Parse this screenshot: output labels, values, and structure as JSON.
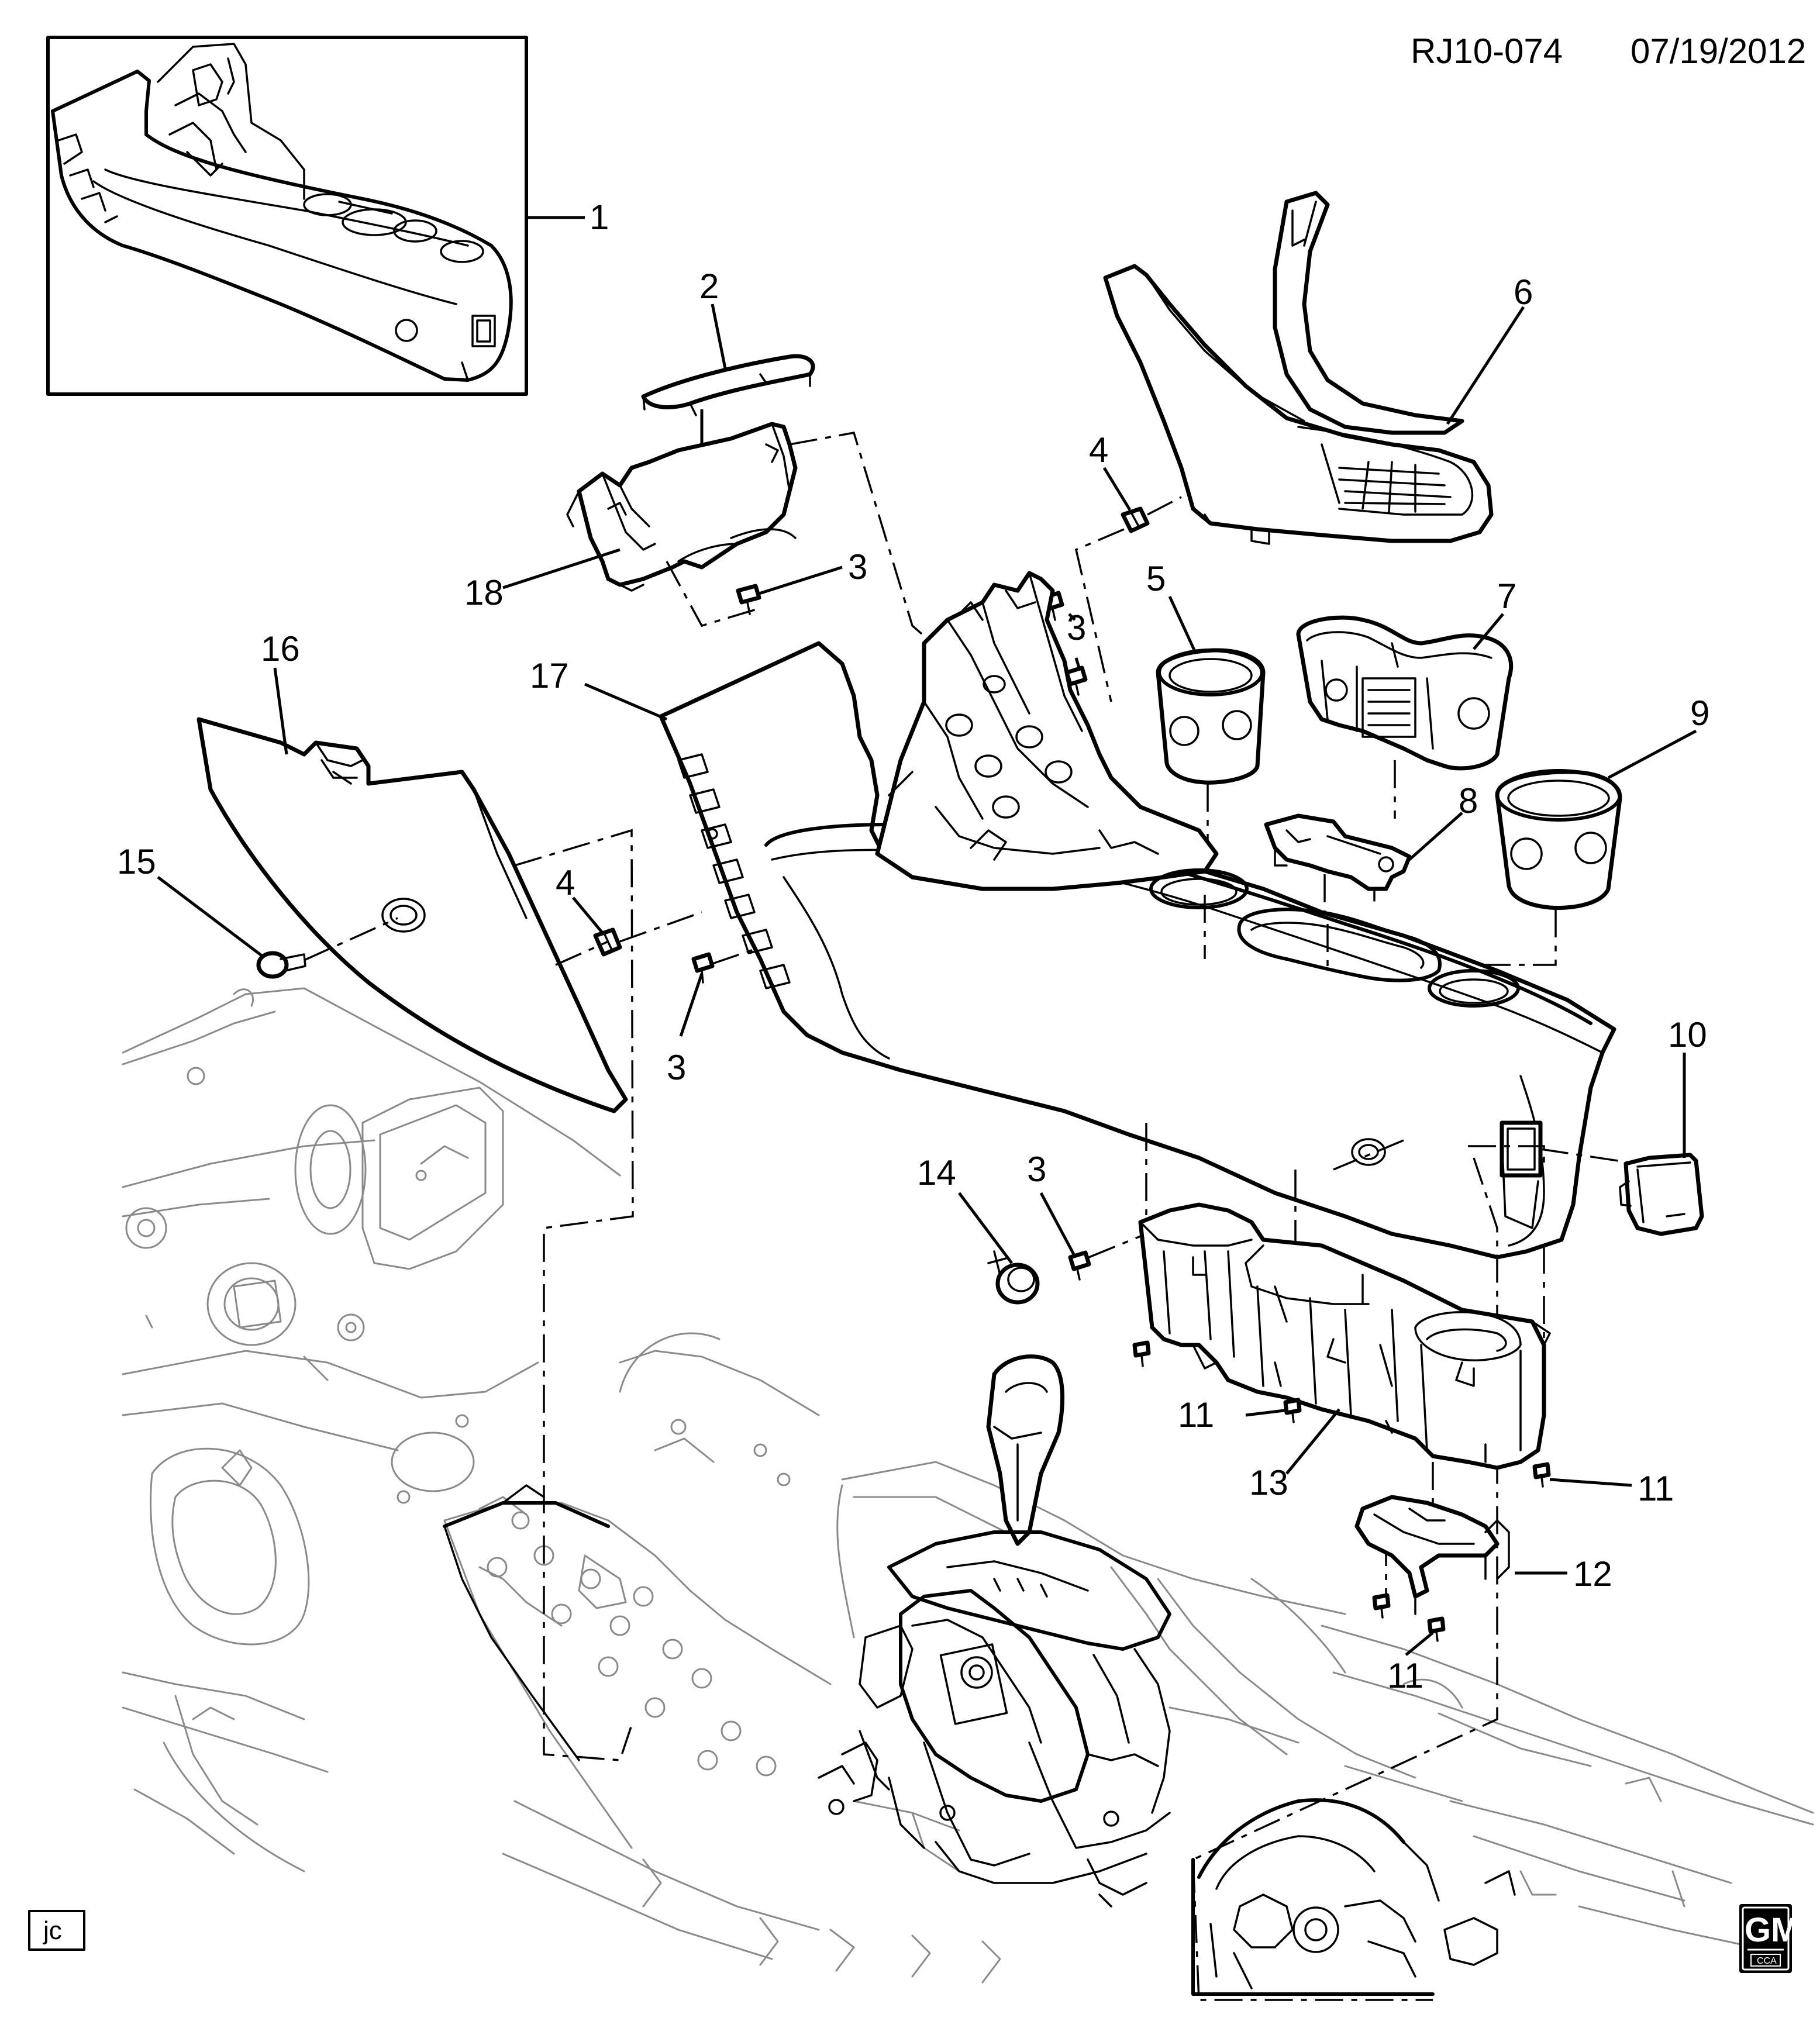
{
  "header": {
    "diagram_code": "RJ10-074",
    "diagram_date": "07/19/2012"
  },
  "author_tag": "jc",
  "logo": {
    "text": "GM",
    "subtext": "CCA"
  },
  "callouts": [
    {
      "id": "c1",
      "label": "1"
    },
    {
      "id": "c2",
      "label": "2"
    },
    {
      "id": "c3a",
      "label": "3"
    },
    {
      "id": "c3b",
      "label": "3"
    },
    {
      "id": "c3c",
      "label": "3"
    },
    {
      "id": "c3d",
      "label": "3"
    },
    {
      "id": "c4a",
      "label": "4"
    },
    {
      "id": "c4b",
      "label": "4"
    },
    {
      "id": "c5",
      "label": "5"
    },
    {
      "id": "c6",
      "label": "6"
    },
    {
      "id": "c7",
      "label": "7"
    },
    {
      "id": "c8",
      "label": "8"
    },
    {
      "id": "c9",
      "label": "9"
    },
    {
      "id": "c10",
      "label": "10"
    },
    {
      "id": "c11a",
      "label": "11"
    },
    {
      "id": "c11b",
      "label": "11"
    },
    {
      "id": "c11c",
      "label": "11"
    },
    {
      "id": "c12",
      "label": "12"
    },
    {
      "id": "c13",
      "label": "13"
    },
    {
      "id": "c14",
      "label": "14"
    },
    {
      "id": "c15",
      "label": "15"
    },
    {
      "id": "c16",
      "label": "16"
    },
    {
      "id": "c17",
      "label": "17"
    },
    {
      "id": "c18",
      "label": "18"
    }
  ]
}
